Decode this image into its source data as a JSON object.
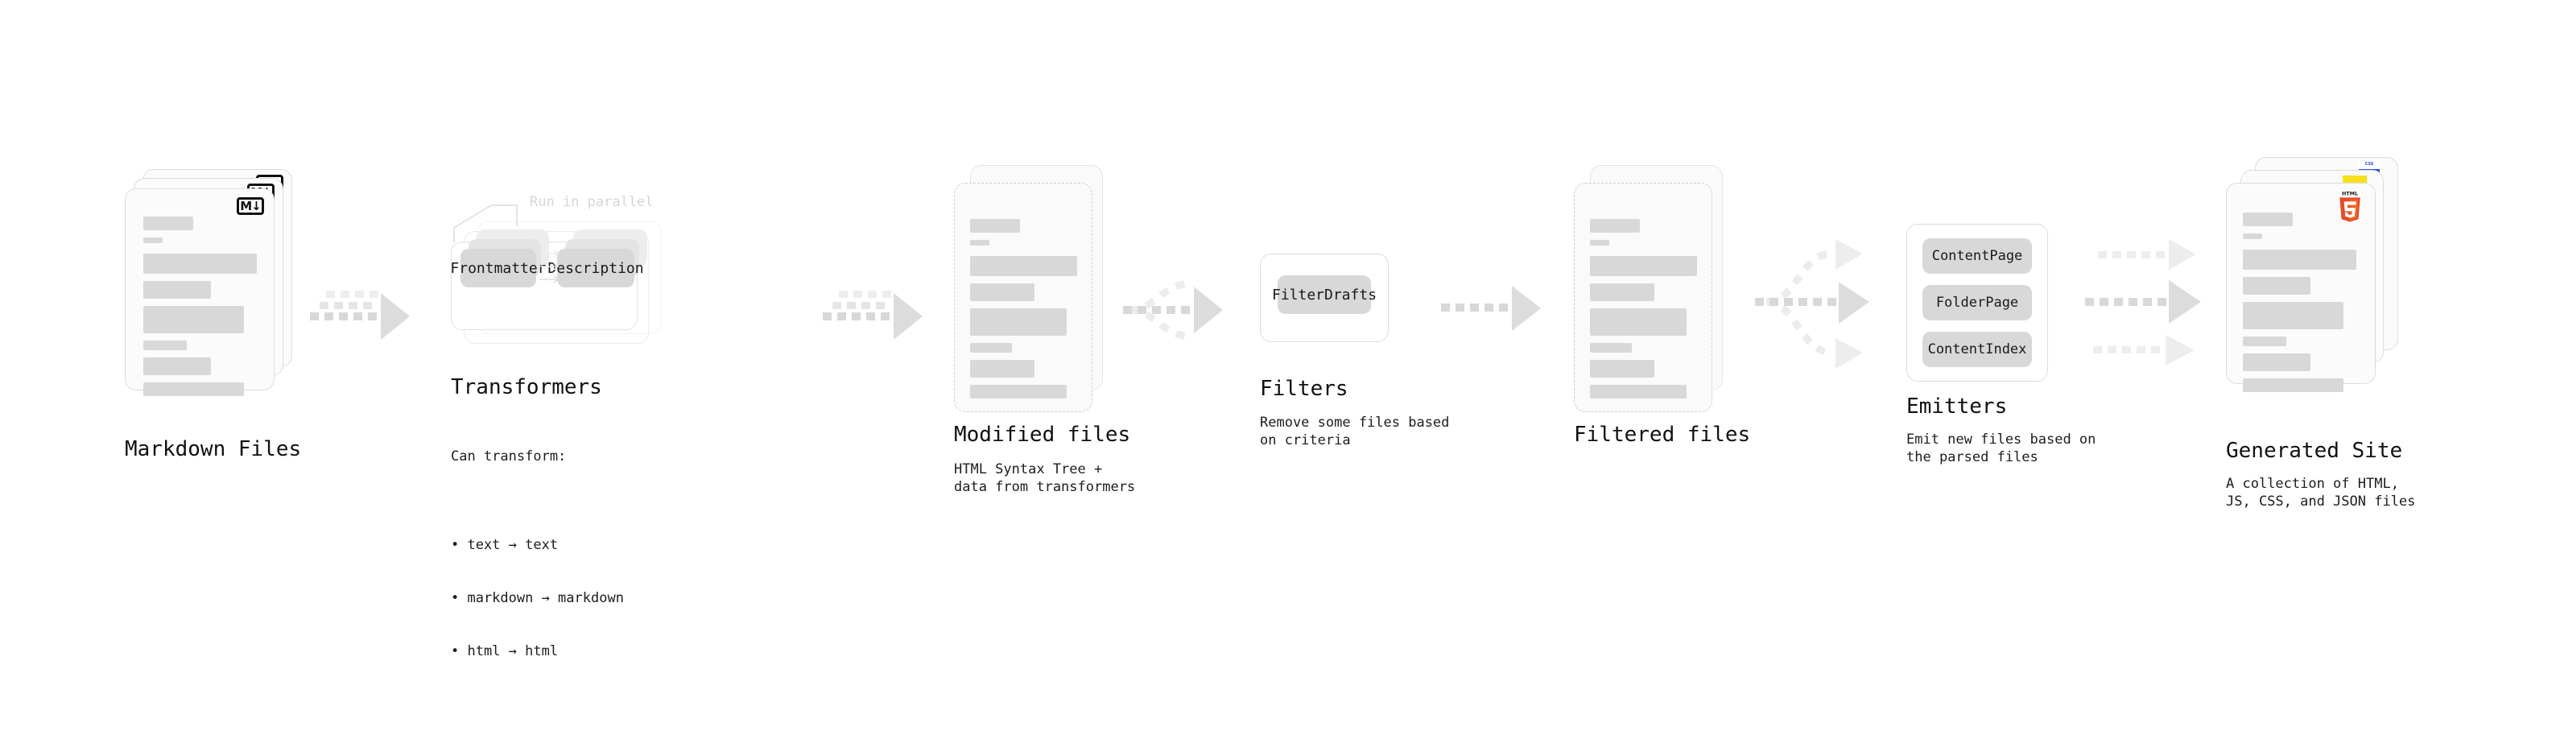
{
  "diagram": {
    "title_hidden": "",
    "colors": {
      "bar": "#d8d8d8",
      "card_border": "#dcdcdc",
      "card_bg": "#fbfbfb",
      "arrow": "#d5d5d5",
      "arrow_faded": "#ededed",
      "text": "#111111",
      "annotation": "#d6d6d6",
      "html5_orange": "#e44d26",
      "html5_orange_light": "#f16529",
      "js_yellow": "#f7df1e",
      "css_blue": "#264de4"
    },
    "stages": [
      {
        "id": "markdown-files",
        "title": "Markdown Files",
        "subtitle": "",
        "badge": "M↓",
        "badge_name": "markdown-icon"
      },
      {
        "id": "transformers",
        "title": "Transformers",
        "subtitle_intro": "Can transform:",
        "bullets": [
          "• text → text",
          "• markdown → markdown",
          "• html → html"
        ],
        "annotation": "Run in parallel",
        "chips": [
          "Frontmatter",
          "Description"
        ]
      },
      {
        "id": "modified-files",
        "title": "Modified files",
        "subtitle": "HTML Syntax Tree +\ndata from transformers"
      },
      {
        "id": "filters",
        "title": "Filters",
        "subtitle": "Remove some files based\non criteria",
        "chips": [
          "FilterDrafts"
        ]
      },
      {
        "id": "filtered-files",
        "title": "Filtered files",
        "subtitle": ""
      },
      {
        "id": "emitters",
        "title": "Emitters",
        "subtitle": "Emit new files based on\nthe parsed files",
        "chips": [
          "ContentPage",
          "FolderPage",
          "ContentIndex"
        ]
      },
      {
        "id": "generated-site",
        "title": "Generated Site",
        "subtitle": "A collection of HTML,\nJS, CSS, and JSON files",
        "badges": [
          "CSS",
          "JS",
          "HTML5"
        ]
      }
    ]
  }
}
